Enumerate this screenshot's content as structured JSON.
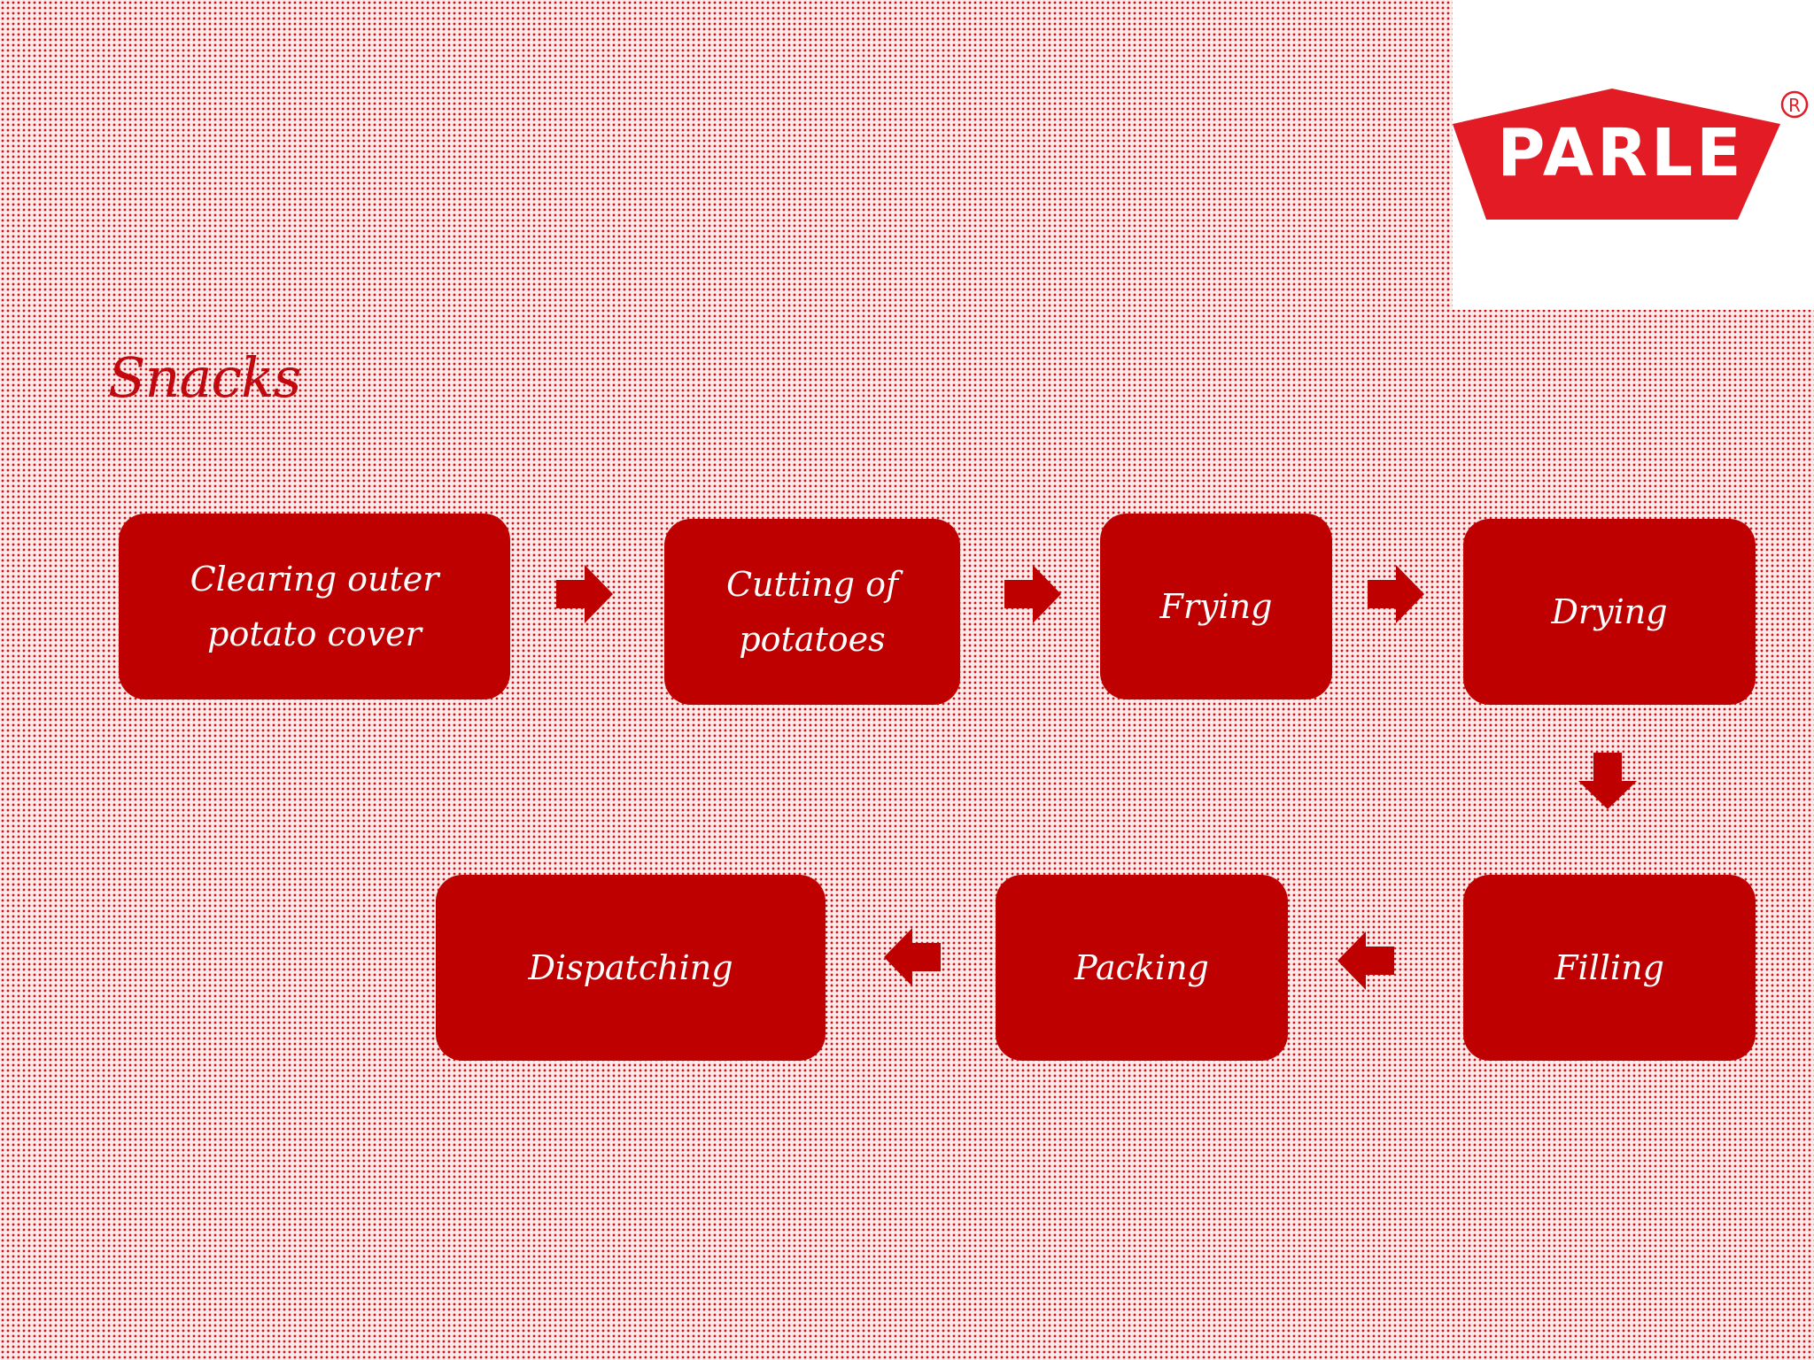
{
  "title": "Snacks",
  "logo": {
    "text": "PARLE",
    "registered_mark": "R",
    "brand_color": "#e21b24"
  },
  "accent_color": "#bf0000",
  "steps": [
    {
      "id": "clearing",
      "label": "Clearing outer potato cover"
    },
    {
      "id": "cutting",
      "label": "Cutting of potatoes"
    },
    {
      "id": "frying",
      "label": "Frying"
    },
    {
      "id": "drying",
      "label": "Drying"
    },
    {
      "id": "filling",
      "label": "Filling"
    },
    {
      "id": "packing",
      "label": "Packing"
    },
    {
      "id": "dispatching",
      "label": "Dispatching"
    }
  ],
  "flow": [
    [
      "clearing",
      "cutting"
    ],
    [
      "cutting",
      "frying"
    ],
    [
      "frying",
      "drying"
    ],
    [
      "drying",
      "filling"
    ],
    [
      "filling",
      "packing"
    ],
    [
      "packing",
      "dispatching"
    ]
  ]
}
